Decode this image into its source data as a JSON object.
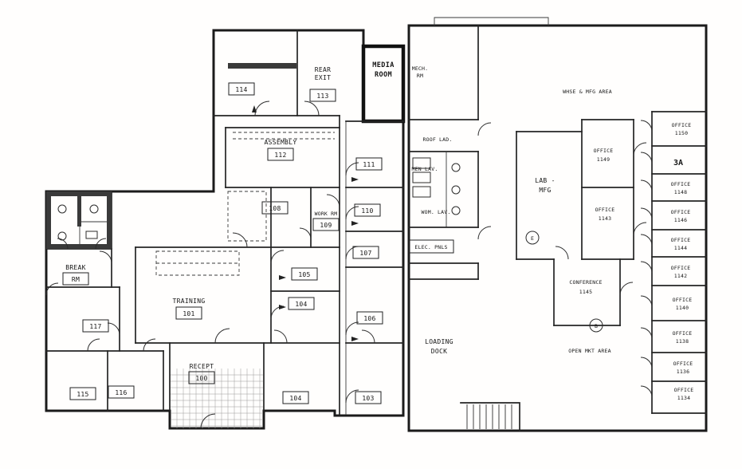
{
  "meta": {
    "drawing_type": "architectural floor plan (scanned)",
    "colors": {
      "ink": "#1b1b1b",
      "background": "#ffffff"
    }
  },
  "labels": [
    {
      "id": "room-114",
      "lines": [
        "114"
      ]
    },
    {
      "id": "rear-exit",
      "lines": [
        "REAR",
        "EXIT",
        "113"
      ]
    },
    {
      "id": "media-room",
      "lines": [
        "MEDIA",
        "ROOM"
      ]
    },
    {
      "id": "mech-rm",
      "lines": [
        "MECH.",
        "RM"
      ]
    },
    {
      "id": "assembly",
      "lines": [
        "ASSEMBLY",
        "112"
      ]
    },
    {
      "id": "room-111",
      "lines": [
        "111"
      ]
    },
    {
      "id": "room-110",
      "lines": [
        "110"
      ]
    },
    {
      "id": "room-108",
      "lines": [
        "108"
      ]
    },
    {
      "id": "work-rm",
      "lines": [
        "WORK RM",
        "109"
      ]
    },
    {
      "id": "room-107",
      "lines": [
        "107"
      ]
    },
    {
      "id": "room-105",
      "lines": [
        "105"
      ]
    },
    {
      "id": "room-104",
      "lines": [
        "104"
      ]
    },
    {
      "id": "room-106",
      "lines": [
        "106"
      ]
    },
    {
      "id": "training",
      "lines": [
        "TRAINING",
        "101"
      ]
    },
    {
      "id": "recept",
      "lines": [
        "RECEPT",
        "100"
      ]
    },
    {
      "id": "break-rm",
      "lines": [
        "BREAK",
        "RM"
      ]
    },
    {
      "id": "room-117",
      "lines": [
        "117"
      ]
    },
    {
      "id": "room-115",
      "lines": [
        "115"
      ]
    },
    {
      "id": "room-116",
      "lines": [
        "116"
      ]
    },
    {
      "id": "room-104b",
      "lines": [
        "104"
      ]
    },
    {
      "id": "room-103",
      "lines": [
        "103"
      ]
    },
    {
      "id": "warehouse",
      "lines": [
        "WHSE & MFG AREA"
      ]
    },
    {
      "id": "roof-lad",
      "lines": [
        "ROOF LAD."
      ]
    },
    {
      "id": "men-lav",
      "lines": [
        "MEN LAV."
      ]
    },
    {
      "id": "wom-lav",
      "lines": [
        "WOM. LAV."
      ]
    },
    {
      "id": "elec-pnls",
      "lines": [
        "ELEC. PNLS"
      ]
    },
    {
      "id": "loading-dock",
      "lines": [
        "LOADING",
        "DOCK"
      ]
    },
    {
      "id": "lab",
      "lines": [
        "LAB -",
        "MFG"
      ]
    },
    {
      "id": "office-1149",
      "lines": [
        "OFFICE",
        "1149"
      ]
    },
    {
      "id": "office-1143",
      "lines": [
        "OFFICE",
        "1143"
      ]
    },
    {
      "id": "conference",
      "lines": [
        "CONFERENCE",
        "1145"
      ]
    },
    {
      "id": "open-mkt",
      "lines": [
        "OPEN MKT AREA"
      ]
    },
    {
      "id": "ofc-1150",
      "lines": [
        "OFFICE",
        "1150"
      ]
    },
    {
      "id": "room-3a",
      "lines": [
        "3A"
      ]
    },
    {
      "id": "ofc-1148",
      "lines": [
        "OFFICE",
        "1148"
      ]
    },
    {
      "id": "ofc-1146",
      "lines": [
        "OFFICE",
        "1146"
      ]
    },
    {
      "id": "ofc-1144",
      "lines": [
        "OFFICE",
        "1144"
      ]
    },
    {
      "id": "ofc-1142",
      "lines": [
        "OFFICE",
        "1142"
      ]
    },
    {
      "id": "ofc-1140",
      "lines": [
        "OFFICE",
        "1140"
      ]
    },
    {
      "id": "ofc-1138",
      "lines": [
        "OFFICE",
        "1138"
      ]
    },
    {
      "id": "ofc-1136",
      "lines": [
        "OFFICE",
        "1136"
      ]
    },
    {
      "id": "ofc-1134",
      "lines": [
        "OFFICE",
        "1134"
      ]
    },
    {
      "id": "column-e",
      "lines": [
        "E"
      ]
    },
    {
      "id": "column-b",
      "lines": [
        "B"
      ]
    }
  ]
}
